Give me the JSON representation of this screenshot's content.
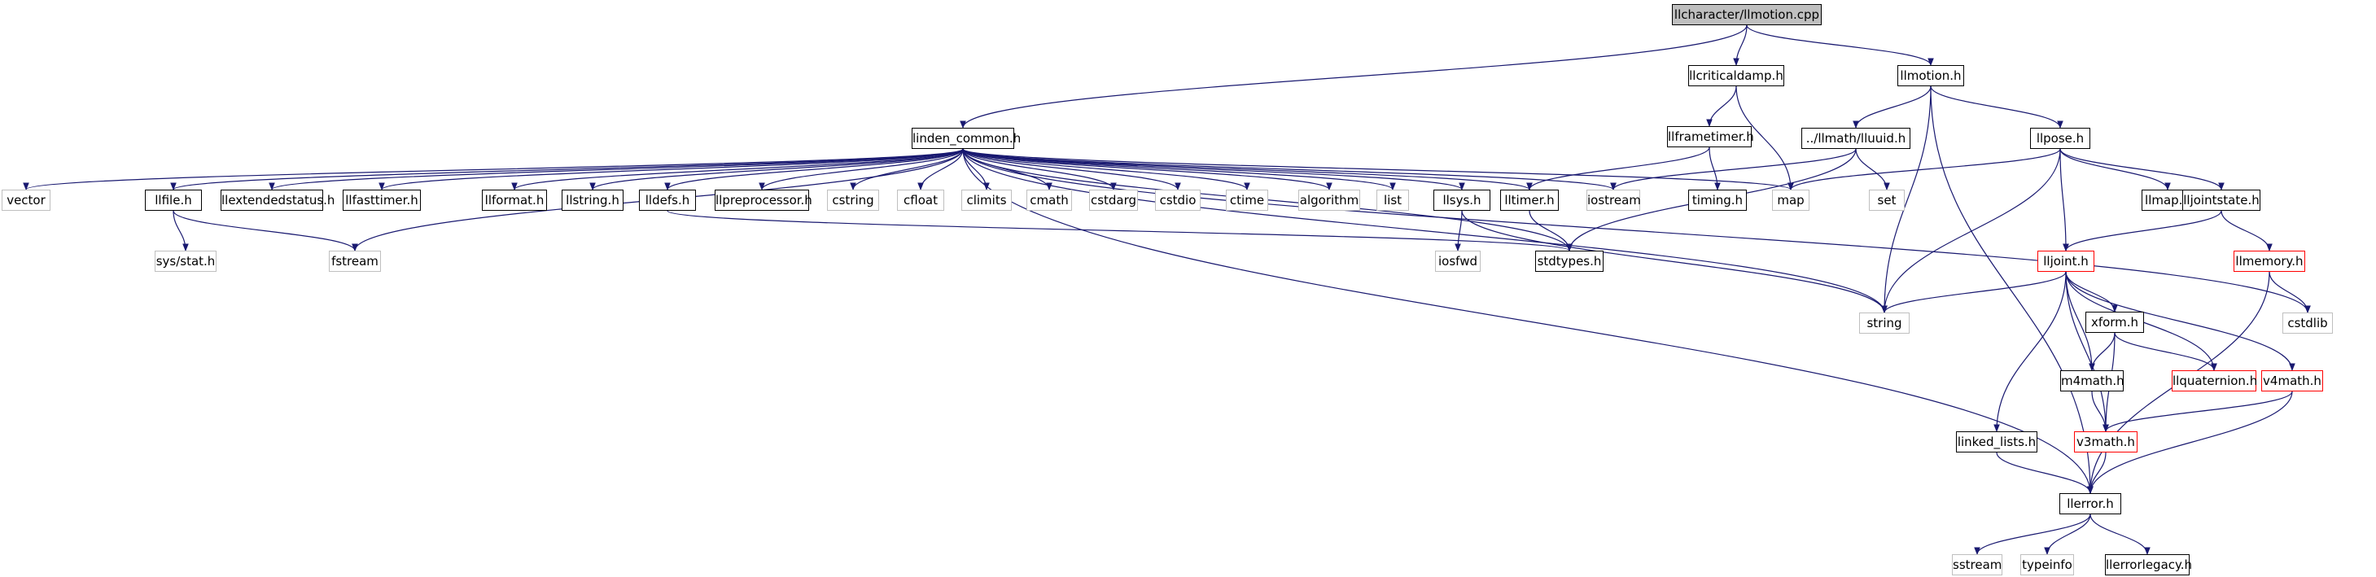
{
  "nodes": [
    {
      "id": "llmotion_cpp",
      "label": "llcharacter/llmotion.cpp",
      "kind": "root"
    },
    {
      "id": "llcriticaldamp_h",
      "label": "llcriticaldamp.h",
      "kind": "local"
    },
    {
      "id": "llmotion_h",
      "label": "llmotion.h",
      "kind": "local"
    },
    {
      "id": "linden_common_h",
      "label": "linden_common.h",
      "kind": "local"
    },
    {
      "id": "llframetimer_h",
      "label": "llframetimer.h",
      "kind": "local"
    },
    {
      "id": "lluuid_h",
      "label": "../llmath/lluuid.h",
      "kind": "local"
    },
    {
      "id": "llpose_h",
      "label": "llpose.h",
      "kind": "local"
    },
    {
      "id": "vector",
      "label": "vector",
      "kind": "ext"
    },
    {
      "id": "llfile_h",
      "label": "llfile.h",
      "kind": "local"
    },
    {
      "id": "llextendedstatus_h",
      "label": "llextendedstatus.h",
      "kind": "local"
    },
    {
      "id": "llfasttimer_h",
      "label": "llfasttimer.h",
      "kind": "local"
    },
    {
      "id": "llformat_h",
      "label": "llformat.h",
      "kind": "local"
    },
    {
      "id": "llstring_h",
      "label": "llstring.h",
      "kind": "local"
    },
    {
      "id": "lldefs_h",
      "label": "lldefs.h",
      "kind": "local"
    },
    {
      "id": "llpreprocessor_h",
      "label": "llpreprocessor.h",
      "kind": "local"
    },
    {
      "id": "cstring",
      "label": "cstring",
      "kind": "ext"
    },
    {
      "id": "cfloat",
      "label": "cfloat",
      "kind": "ext"
    },
    {
      "id": "climits",
      "label": "climits",
      "kind": "ext"
    },
    {
      "id": "cmath",
      "label": "cmath",
      "kind": "ext"
    },
    {
      "id": "cstdarg",
      "label": "cstdarg",
      "kind": "ext"
    },
    {
      "id": "cstdio",
      "label": "cstdio",
      "kind": "ext"
    },
    {
      "id": "ctime",
      "label": "ctime",
      "kind": "ext"
    },
    {
      "id": "algorithm",
      "label": "algorithm",
      "kind": "ext"
    },
    {
      "id": "list",
      "label": "list",
      "kind": "ext"
    },
    {
      "id": "llsys_h",
      "label": "llsys.h",
      "kind": "local"
    },
    {
      "id": "lltimer_h",
      "label": "lltimer.h",
      "kind": "local"
    },
    {
      "id": "iostream",
      "label": "iostream",
      "kind": "ext"
    },
    {
      "id": "timing_h",
      "label": "timing.h",
      "kind": "local"
    },
    {
      "id": "map",
      "label": "map",
      "kind": "ext"
    },
    {
      "id": "set",
      "label": "set",
      "kind": "ext"
    },
    {
      "id": "llmap_h",
      "label": "llmap.h",
      "kind": "local"
    },
    {
      "id": "lljointstate_h",
      "label": "lljointstate.h",
      "kind": "local"
    },
    {
      "id": "sys_stat_h",
      "label": "sys/stat.h",
      "kind": "ext"
    },
    {
      "id": "fstream",
      "label": "fstream",
      "kind": "ext"
    },
    {
      "id": "iosfwd",
      "label": "iosfwd",
      "kind": "ext"
    },
    {
      "id": "stdtypes_h",
      "label": "stdtypes.h",
      "kind": "local"
    },
    {
      "id": "lljoint_h",
      "label": "lljoint.h",
      "kind": "red"
    },
    {
      "id": "llmemory_h",
      "label": "llmemory.h",
      "kind": "red"
    },
    {
      "id": "string",
      "label": "string",
      "kind": "ext"
    },
    {
      "id": "cstdlib",
      "label": "cstdlib",
      "kind": "ext"
    },
    {
      "id": "xform_h",
      "label": "xform.h",
      "kind": "local"
    },
    {
      "id": "m4math_h",
      "label": "m4math.h",
      "kind": "local"
    },
    {
      "id": "llquaternion_h",
      "label": "llquaternion.h",
      "kind": "red"
    },
    {
      "id": "v4math_h",
      "label": "v4math.h",
      "kind": "red"
    },
    {
      "id": "linked_lists_h",
      "label": "linked_lists.h",
      "kind": "local"
    },
    {
      "id": "v3math_h",
      "label": "v3math.h",
      "kind": "red"
    },
    {
      "id": "llerror_h",
      "label": "llerror.h",
      "kind": "local"
    },
    {
      "id": "sstream",
      "label": "sstream",
      "kind": "ext"
    },
    {
      "id": "typeinfo",
      "label": "typeinfo",
      "kind": "ext"
    },
    {
      "id": "llerrorlegacy_h",
      "label": "llerrorlegacy.h",
      "kind": "local"
    }
  ],
  "edges": [
    [
      "llmotion_cpp",
      "linden_common_h"
    ],
    [
      "llmotion_cpp",
      "llcriticaldamp_h"
    ],
    [
      "llmotion_cpp",
      "llmotion_h"
    ],
    [
      "llcriticaldamp_h",
      "llframetimer_h"
    ],
    [
      "llcriticaldamp_h",
      "map"
    ],
    [
      "llmotion_h",
      "string"
    ],
    [
      "llmotion_h",
      "lluuid_h"
    ],
    [
      "llmotion_h",
      "llpose_h"
    ],
    [
      "llmotion_h",
      "llerror_h"
    ],
    [
      "linden_common_h",
      "vector"
    ],
    [
      "linden_common_h",
      "llfile_h"
    ],
    [
      "linden_common_h",
      "llextendedstatus_h"
    ],
    [
      "linden_common_h",
      "llfasttimer_h"
    ],
    [
      "linden_common_h",
      "llformat_h"
    ],
    [
      "linden_common_h",
      "llstring_h"
    ],
    [
      "linden_common_h",
      "lldefs_h"
    ],
    [
      "linden_common_h",
      "llpreprocessor_h"
    ],
    [
      "linden_common_h",
      "cstring"
    ],
    [
      "linden_common_h",
      "cfloat"
    ],
    [
      "linden_common_h",
      "climits"
    ],
    [
      "linden_common_h",
      "cmath"
    ],
    [
      "linden_common_h",
      "cstdarg"
    ],
    [
      "linden_common_h",
      "cstdio"
    ],
    [
      "linden_common_h",
      "ctime"
    ],
    [
      "linden_common_h",
      "algorithm"
    ],
    [
      "linden_common_h",
      "list"
    ],
    [
      "linden_common_h",
      "llsys_h"
    ],
    [
      "linden_common_h",
      "lltimer_h"
    ],
    [
      "linden_common_h",
      "iostream"
    ],
    [
      "linden_common_h",
      "map"
    ],
    [
      "linden_common_h",
      "cstdlib"
    ],
    [
      "linden_common_h",
      "string"
    ],
    [
      "linden_common_h",
      "stdtypes_h"
    ],
    [
      "linden_common_h",
      "fstream"
    ],
    [
      "linden_common_h",
      "llerror_h"
    ],
    [
      "llframetimer_h",
      "lltimer_h"
    ],
    [
      "llframetimer_h",
      "timing_h"
    ],
    [
      "lluuid_h",
      "iostream"
    ],
    [
      "lluuid_h",
      "set"
    ],
    [
      "lluuid_h",
      "stdtypes_h"
    ],
    [
      "llpose_h",
      "string"
    ],
    [
      "llpose_h",
      "map"
    ],
    [
      "llpose_h",
      "llmap_h"
    ],
    [
      "llpose_h",
      "lljointstate_h"
    ],
    [
      "llpose_h",
      "lljoint_h"
    ],
    [
      "llfile_h",
      "sys_stat_h"
    ],
    [
      "llfile_h",
      "fstream"
    ],
    [
      "lldefs_h",
      "stdtypes_h"
    ],
    [
      "llsys_h",
      "iosfwd"
    ],
    [
      "llsys_h",
      "string"
    ],
    [
      "lltimer_h",
      "stdtypes_h"
    ],
    [
      "lljointstate_h",
      "lljoint_h"
    ],
    [
      "lljointstate_h",
      "llmemory_h"
    ],
    [
      "llmemory_h",
      "cstdlib"
    ],
    [
      "llmemory_h",
      "llerror_h"
    ],
    [
      "lljoint_h",
      "string"
    ],
    [
      "lljoint_h",
      "linked_lists_h"
    ],
    [
      "lljoint_h",
      "m4math_h"
    ],
    [
      "lljoint_h",
      "xform_h"
    ],
    [
      "lljoint_h",
      "v3math_h"
    ],
    [
      "lljoint_h",
      "llquaternion_h"
    ],
    [
      "lljoint_h",
      "v4math_h"
    ],
    [
      "xform_h",
      "m4math_h"
    ],
    [
      "xform_h",
      "llquaternion_h"
    ],
    [
      "xform_h",
      "v3math_h"
    ],
    [
      "m4math_h",
      "v3math_h"
    ],
    [
      "v4math_h",
      "v3math_h"
    ],
    [
      "v4math_h",
      "llerror_h"
    ],
    [
      "linked_lists_h",
      "llerror_h"
    ],
    [
      "v3math_h",
      "llerror_h"
    ],
    [
      "llerror_h",
      "sstream"
    ],
    [
      "llerror_h",
      "typeinfo"
    ],
    [
      "llerror_h",
      "llerrorlegacy_h"
    ]
  ],
  "colors": {
    "edge": "#191970",
    "local_border": "#000000",
    "ext_border": "#bfbfbf",
    "red_border": "#ff0000",
    "root_fill": "#bfbfbf"
  }
}
